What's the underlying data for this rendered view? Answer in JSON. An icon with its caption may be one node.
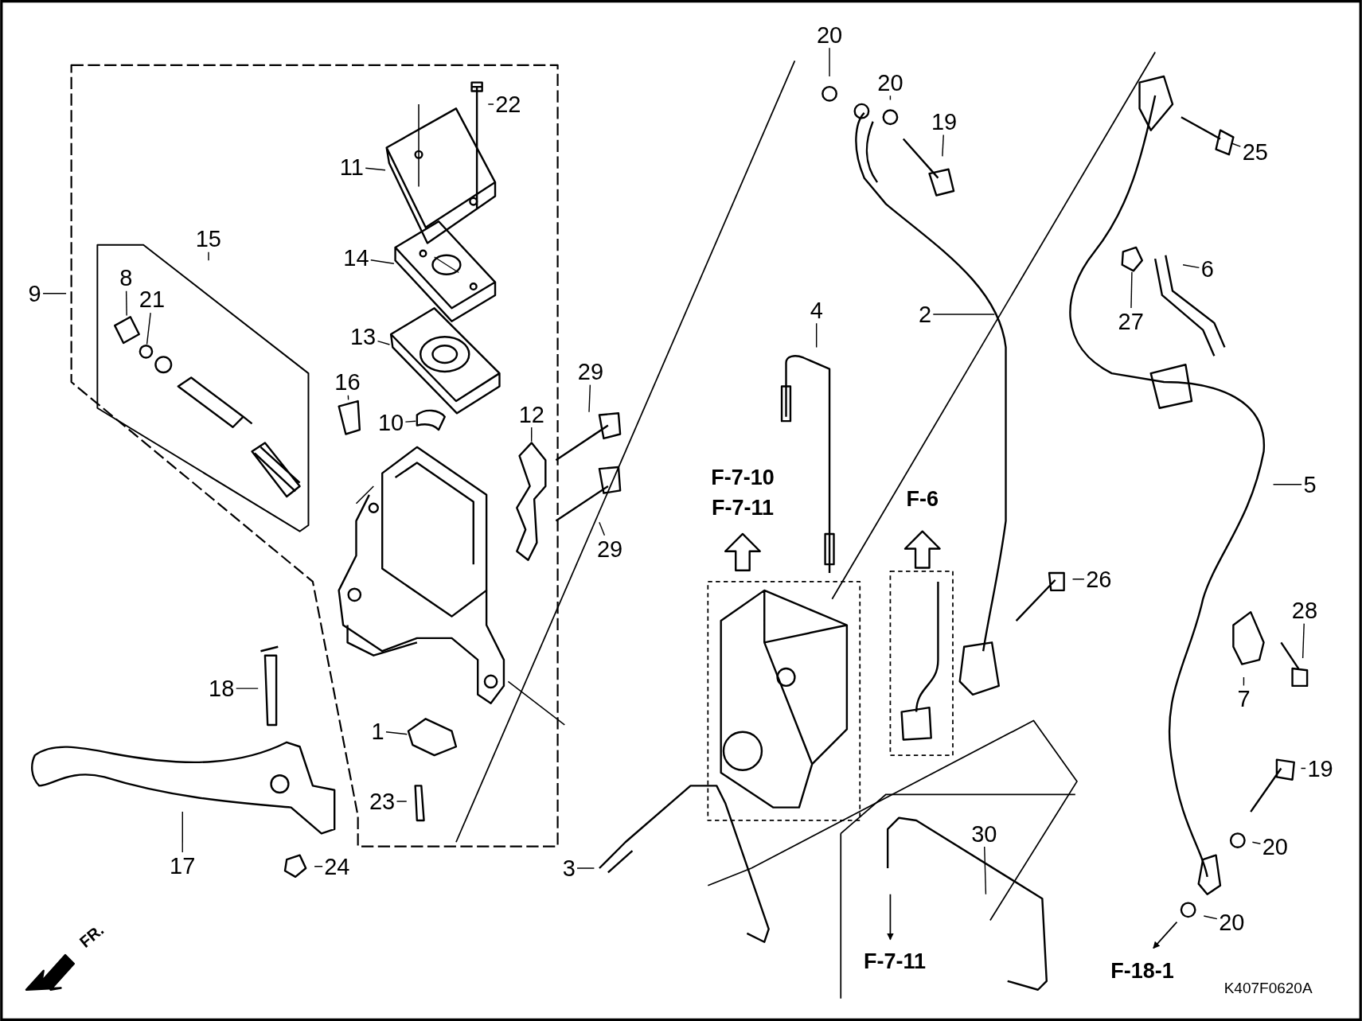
{
  "diagram": {
    "nodes": [
      {
        "text": [
          "20"
        ]
      },
      {
        "text": [
          "20"
        ]
      },
      {
        "text": [
          "19"
        ]
      },
      {
        "text": [
          "25"
        ]
      },
      {
        "text": [
          "22"
        ]
      },
      {
        "text": [
          "11"
        ]
      },
      {
        "text": [
          "14"
        ]
      },
      {
        "text": [
          "15"
        ]
      },
      {
        "text": [
          "9"
        ]
      },
      {
        "text": [
          "8"
        ]
      },
      {
        "text": [
          "21"
        ]
      },
      {
        "text": [
          "13"
        ]
      },
      {
        "text": [
          "6"
        ]
      },
      {
        "text": [
          "27"
        ]
      },
      {
        "text": [
          "2"
        ]
      },
      {
        "text": [
          "4"
        ]
      },
      {
        "text": [
          "16"
        ]
      },
      {
        "text": [
          "10"
        ]
      },
      {
        "text": [
          "12"
        ]
      },
      {
        "text": [
          "29"
        ]
      },
      {
        "text": [
          "29"
        ]
      },
      {
        "text": [
          "5"
        ]
      },
      {
        "text": [
          "26"
        ]
      },
      {
        "text": [
          "28"
        ]
      },
      {
        "text": [
          "7"
        ]
      },
      {
        "text": [
          "18"
        ]
      },
      {
        "text": [
          "1"
        ]
      },
      {
        "text": [
          "23"
        ]
      },
      {
        "text": [
          "17"
        ]
      },
      {
        "text": [
          "24"
        ]
      },
      {
        "text": [
          "3"
        ]
      },
      {
        "text": [
          "30"
        ]
      },
      {
        "text": [
          "19"
        ]
      },
      {
        "text": [
          "20"
        ]
      },
      {
        "text": [
          "20"
        ]
      },
      {
        "text": [],
        "shape": "picture"
      },
      {
        "text": [],
        "shape": "picture"
      },
      {
        "text": [],
        "shape": "picture"
      },
      {
        "text": [],
        "shape": "picture"
      },
      {
        "text": [],
        "shape": "picture"
      },
      {
        "text": [],
        "shape": "picture"
      },
      {
        "text": [],
        "shape": "picture"
      },
      {
        "text": [],
        "shape": "picture"
      },
      {
        "text": [],
        "shape": "picture"
      },
      {
        "text": [],
        "shape": "picture"
      },
      {
        "text": [],
        "shape": "circle"
      },
      {
        "text": [],
        "shape": "picture"
      }
    ],
    "edges": [
      {
        "from": 0,
        "to": null,
        "arrow": "none"
      },
      {
        "from": 1,
        "to": null,
        "arrow": "none"
      },
      {
        "from": 2,
        "to": null,
        "arrow": "none"
      },
      {
        "from": 3,
        "to": null,
        "arrow": "none"
      },
      {
        "from": 4,
        "to": null,
        "arrow": "none"
      },
      {
        "from": 5,
        "to": 35,
        "arrow": "none"
      },
      {
        "from": 6,
        "to": 36,
        "arrow": "none"
      },
      {
        "from": 7,
        "to": null,
        "arrow": "none"
      },
      {
        "from": 8,
        "to": null,
        "arrow": "none"
      },
      {
        "from": 9,
        "to": 38,
        "arrow": "none"
      },
      {
        "from": 10,
        "to": 45,
        "arrow": "none"
      },
      {
        "from": 11,
        "to": 39,
        "arrow": "none"
      },
      {
        "from": 12,
        "to": null,
        "arrow": "none"
      },
      {
        "from": 13,
        "to": 37,
        "arrow": "none"
      },
      {
        "from": 14,
        "to": null,
        "arrow": "none"
      },
      {
        "from": 15,
        "to": null,
        "arrow": "none"
      },
      {
        "from": 16,
        "to": 40,
        "arrow": "none"
      },
      {
        "from": 17,
        "to": 41,
        "arrow": "none"
      },
      {
        "from": 18,
        "to": 46,
        "arrow": "none"
      },
      {
        "from": 19,
        "to": 42,
        "arrow": "none"
      },
      {
        "from": 20,
        "to": 43,
        "arrow": "none"
      },
      {
        "from": 21,
        "to": null,
        "arrow": "none"
      },
      {
        "from": 22,
        "to": null,
        "arrow": "none"
      },
      {
        "from": 23,
        "to": null,
        "arrow": "none"
      },
      {
        "from": 24,
        "to": null,
        "arrow": "none"
      },
      {
        "from": 25,
        "to": null,
        "arrow": "none"
      },
      {
        "from": 26,
        "to": 44,
        "arrow": "none"
      },
      {
        "from": 27,
        "to": null,
        "arrow": "none"
      },
      {
        "from": 28,
        "to": null,
        "arrow": "none"
      },
      {
        "from": 29,
        "to": null,
        "arrow": "none"
      },
      {
        "from": 30,
        "to": null,
        "arrow": "none"
      },
      {
        "from": 31,
        "to": null,
        "arrow": "none"
      },
      {
        "from": 32,
        "to": null,
        "arrow": "none"
      },
      {
        "from": 33,
        "to": null,
        "arrow": "none"
      },
      {
        "from": 34,
        "to": null,
        "arrow": "none"
      }
    ],
    "labels": [
      "F-7-10",
      "F-7-11",
      "F-6",
      "F-7-11",
      "F-18-1",
      "FR.",
      "K407F0620A"
    ]
  }
}
